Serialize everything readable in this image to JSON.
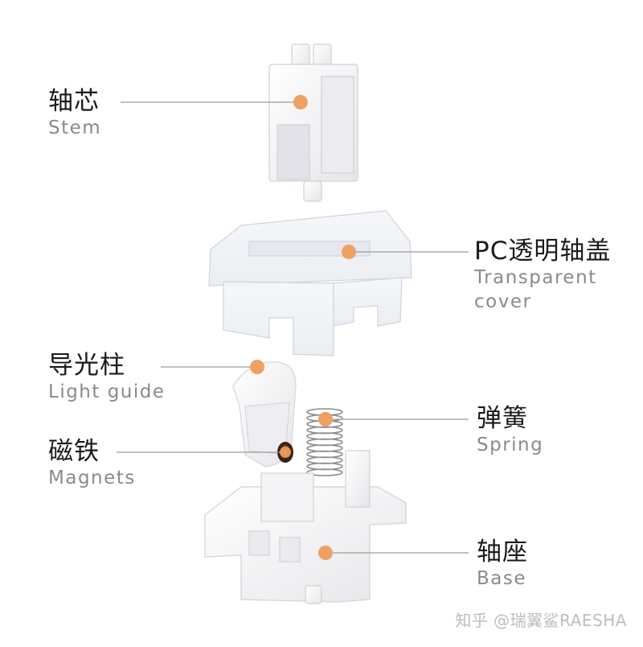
{
  "labels": {
    "stem": {
      "zh": "轴芯",
      "en": "Stem"
    },
    "cover": {
      "zh": "PC透明轴盖",
      "en": "Transparent",
      "en2": "cover"
    },
    "light": {
      "zh": "导光柱",
      "en": "Light guide"
    },
    "spring": {
      "zh": "弹簧",
      "en": "Spring"
    },
    "magnet": {
      "zh": "磁铁",
      "en": "Magnets"
    },
    "base": {
      "zh": "轴座",
      "en": "Base"
    }
  },
  "watermark": "知乎 @瑞翼鲨RAESHA",
  "colors": {
    "dot": "#f0a060",
    "leader": "#9a9a9a",
    "part": "#f2f2f4",
    "outline": "#d8d8dc"
  }
}
